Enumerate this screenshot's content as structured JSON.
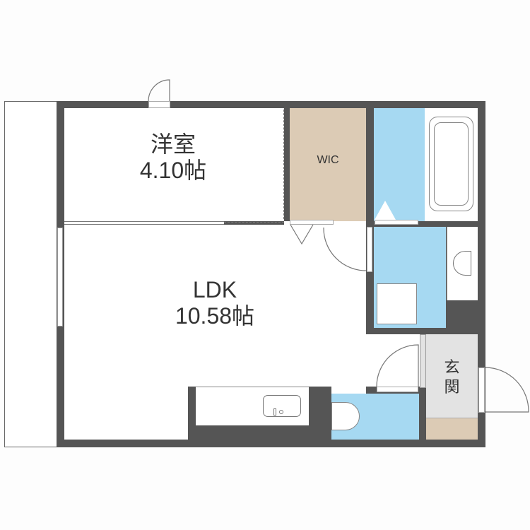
{
  "floorplan": {
    "rooms": [
      {
        "id": "western-room",
        "name": "洋室",
        "size": "4.10帖"
      },
      {
        "id": "ldk",
        "name": "LDK",
        "size": "10.58帖"
      },
      {
        "id": "wic",
        "name": "WIC"
      },
      {
        "id": "entrance",
        "name": "玄関"
      }
    ],
    "colors": {
      "wall": "#555555",
      "wet_area": "#a6d9f2",
      "storage": "#dccbb5",
      "entrance": "#e3e3e3",
      "floor": "#ffffff"
    }
  }
}
